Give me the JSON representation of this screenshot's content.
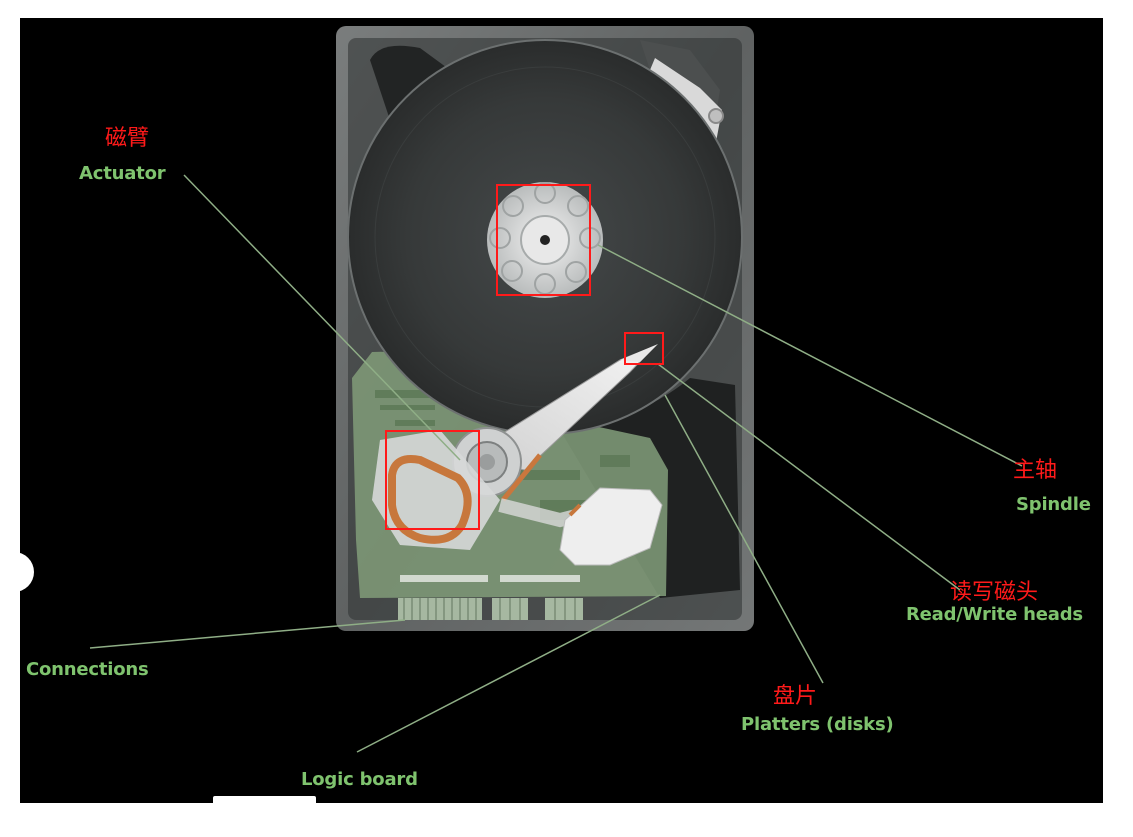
{
  "labels": {
    "actuator": {
      "en": "Actuator",
      "cn": "磁臂"
    },
    "spindle": {
      "en": "Spindle",
      "cn": "主轴"
    },
    "heads": {
      "en": "Read/Write heads",
      "cn": "读写磁头"
    },
    "platters": {
      "en": "Platters (disks)",
      "cn": "盘片"
    },
    "connections": {
      "en": "Connections"
    },
    "logic_board": {
      "en": "Logic board"
    }
  },
  "colors": {
    "background": "#000000",
    "label_en": "#7fc36e",
    "label_cn": "#ff1a1a",
    "leader_line": "#8fae86",
    "highlight_box": "#ff1a1a",
    "platter": "#3a3d3d",
    "chassis": "#6b6e6e",
    "pcb": "#7f9a78"
  },
  "highlights": [
    "spindle-hub",
    "read-write-head-tip",
    "voice-coil"
  ]
}
